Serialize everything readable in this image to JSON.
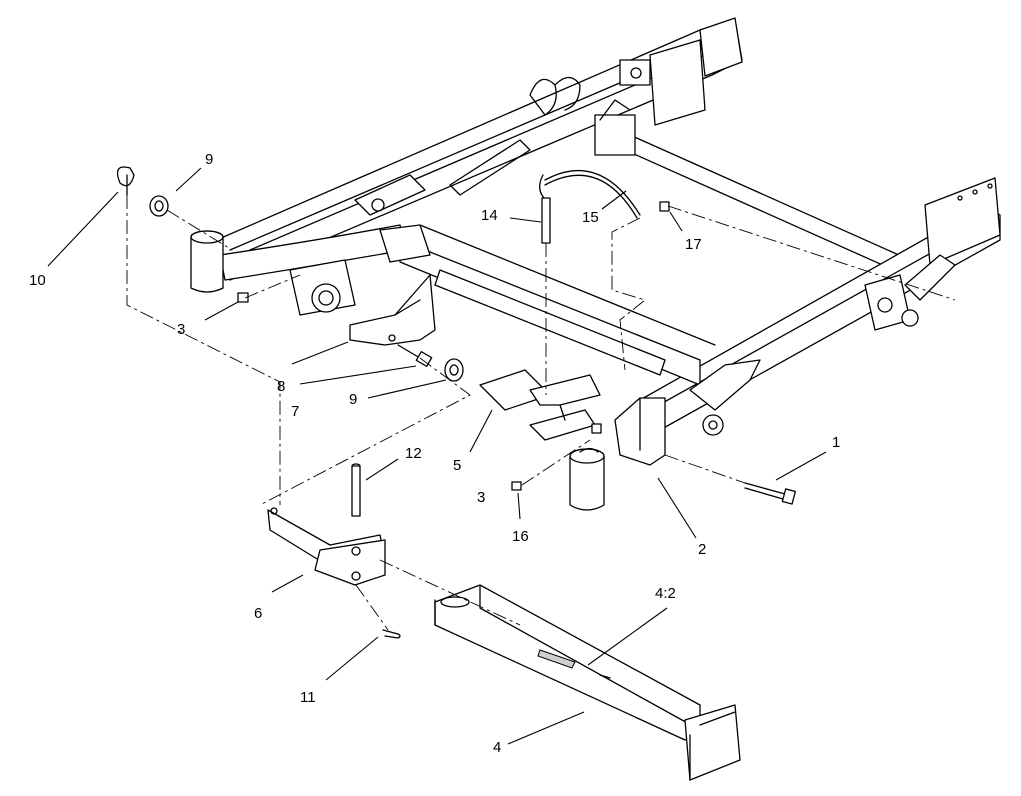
{
  "callouts": [
    {
      "id": "c1",
      "label": "1"
    },
    {
      "id": "c2",
      "label": "2"
    },
    {
      "id": "c3a",
      "label": "3"
    },
    {
      "id": "c3b",
      "label": "3"
    },
    {
      "id": "c4",
      "label": "4"
    },
    {
      "id": "c4b",
      "label": "4:2"
    },
    {
      "id": "c5",
      "label": "5"
    },
    {
      "id": "c6",
      "label": "6"
    },
    {
      "id": "c7",
      "label": "7"
    },
    {
      "id": "c8",
      "label": "8"
    },
    {
      "id": "c9a",
      "label": "9"
    },
    {
      "id": "c9b",
      "label": "9"
    },
    {
      "id": "c10",
      "label": "10"
    },
    {
      "id": "c11",
      "label": "11"
    },
    {
      "id": "c12",
      "label": "12"
    },
    {
      "id": "c14",
      "label": "14"
    },
    {
      "id": "c15",
      "label": "15"
    },
    {
      "id": "c16",
      "label": "16"
    },
    {
      "id": "c17",
      "label": "17"
    }
  ]
}
